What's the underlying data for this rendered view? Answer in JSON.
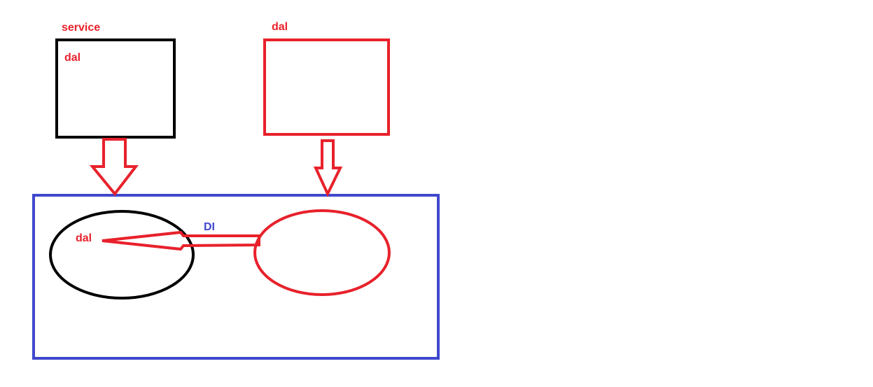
{
  "labels": {
    "service": "service",
    "dal_in_service": "dal",
    "dal_top_right": "dal",
    "dal_in_ellipse": "dal",
    "di": "DI"
  },
  "colors": {
    "red": "#e8212b",
    "black": "#000000",
    "blue": "#3f48cc",
    "background": "#ffffff"
  }
}
